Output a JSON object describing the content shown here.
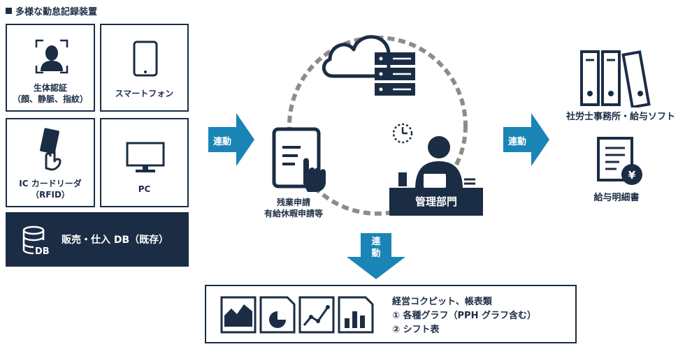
{
  "title": "多様な勤怠記録装置",
  "devices": {
    "biometric": "生体認証\n（顔、静脈、指紋）",
    "smartphone": "スマートフォン",
    "ic_card": "IC カードリーダ\n（RFID）",
    "pc": "PC"
  },
  "db_label": "販売・仕入 DB（既存）",
  "link_label": "連動",
  "overtime_caption": "残業申請\n有給休暇申請等",
  "management_label": "管理部門",
  "right": {
    "labor_label": "社労士事務所・給与ソフト",
    "payslip_label": "給与明細書",
    "yen_symbol": "¥"
  },
  "bottom": {
    "line1": "経営コクピット、帳表類",
    "line2": "① 各種グラフ（PPH グラフ含む）",
    "line3": "② シフト表"
  },
  "colors": {
    "navy": "#1b2d45",
    "blue": "#1a85b5",
    "dash": "#8c8c8c"
  }
}
